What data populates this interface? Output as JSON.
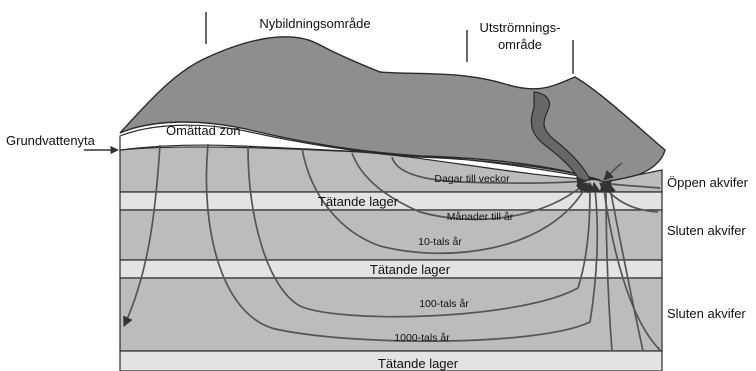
{
  "colors": {
    "land": "#8e8e8e",
    "aquifer": "#bcbcbc",
    "confining": "#e3e3e3",
    "river": "#676767",
    "flow_line": "#555555",
    "outline": "#2a2a2a"
  },
  "labels": {
    "recharge_area": "Nybildningsområde",
    "discharge_area_line1": "Utströmnings-",
    "discharge_area_line2": "område",
    "water_table": "Grundvattenyta",
    "unsaturated_zone": "Omättad zon",
    "confining_layer": "Tätande lager",
    "open_aquifer": "Öppen akvifer",
    "confined_aquifer": "Sluten akvifer"
  },
  "travel_times": {
    "days_to_weeks": "Dagar till veckor",
    "months_to_years": "Månader till år",
    "decades": "10-tals år",
    "centuries": "100-tals år",
    "millennia": "1000-tals år"
  }
}
